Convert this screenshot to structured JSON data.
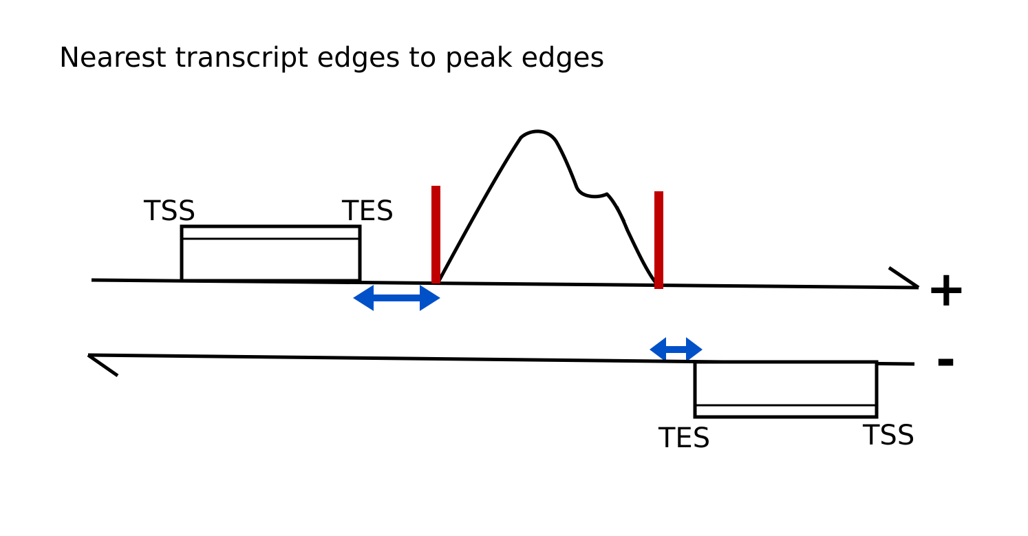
{
  "title": "Nearest transcript edges to peak edges",
  "colors": {
    "line": "#000000",
    "peak_edge": "#c00000",
    "distance_arrow": "#0050c8",
    "background": "#ffffff"
  },
  "plus_strand": {
    "sign": "+",
    "transcript": {
      "tss_label": "TSS",
      "tes_label": "TES"
    }
  },
  "minus_strand": {
    "sign": "-",
    "transcript": {
      "tes_label": "TES",
      "tss_label": "TSS"
    }
  }
}
